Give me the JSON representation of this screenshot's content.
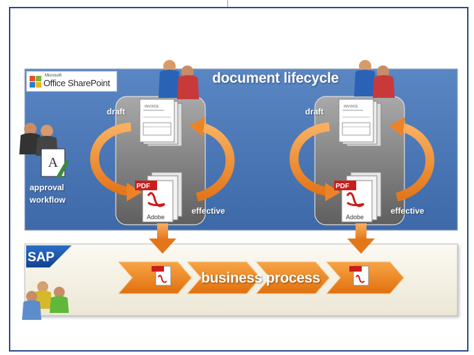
{
  "diagram": {
    "title": "document lifecycle",
    "sharepoint_logo": {
      "brand_small": "Microsoft",
      "brand": "Office SharePoint"
    },
    "sap_logo": "SAP",
    "states": {
      "draft": "draft",
      "effective": "effective"
    },
    "approval": {
      "line1": "approval",
      "line2": "workflow"
    },
    "process": "business process",
    "doc_label_pdf": "PDF",
    "doc_label_adobe": "Adobe",
    "doc_label_invoice": "INVOICE",
    "colors": {
      "sharepoint_band": "#4874b5",
      "sap_band": "#f6f3e8",
      "arrow_orange": "#f08a24",
      "doc_panel": "#8a8a8a",
      "pdf_red": "#cc1b1b"
    }
  }
}
